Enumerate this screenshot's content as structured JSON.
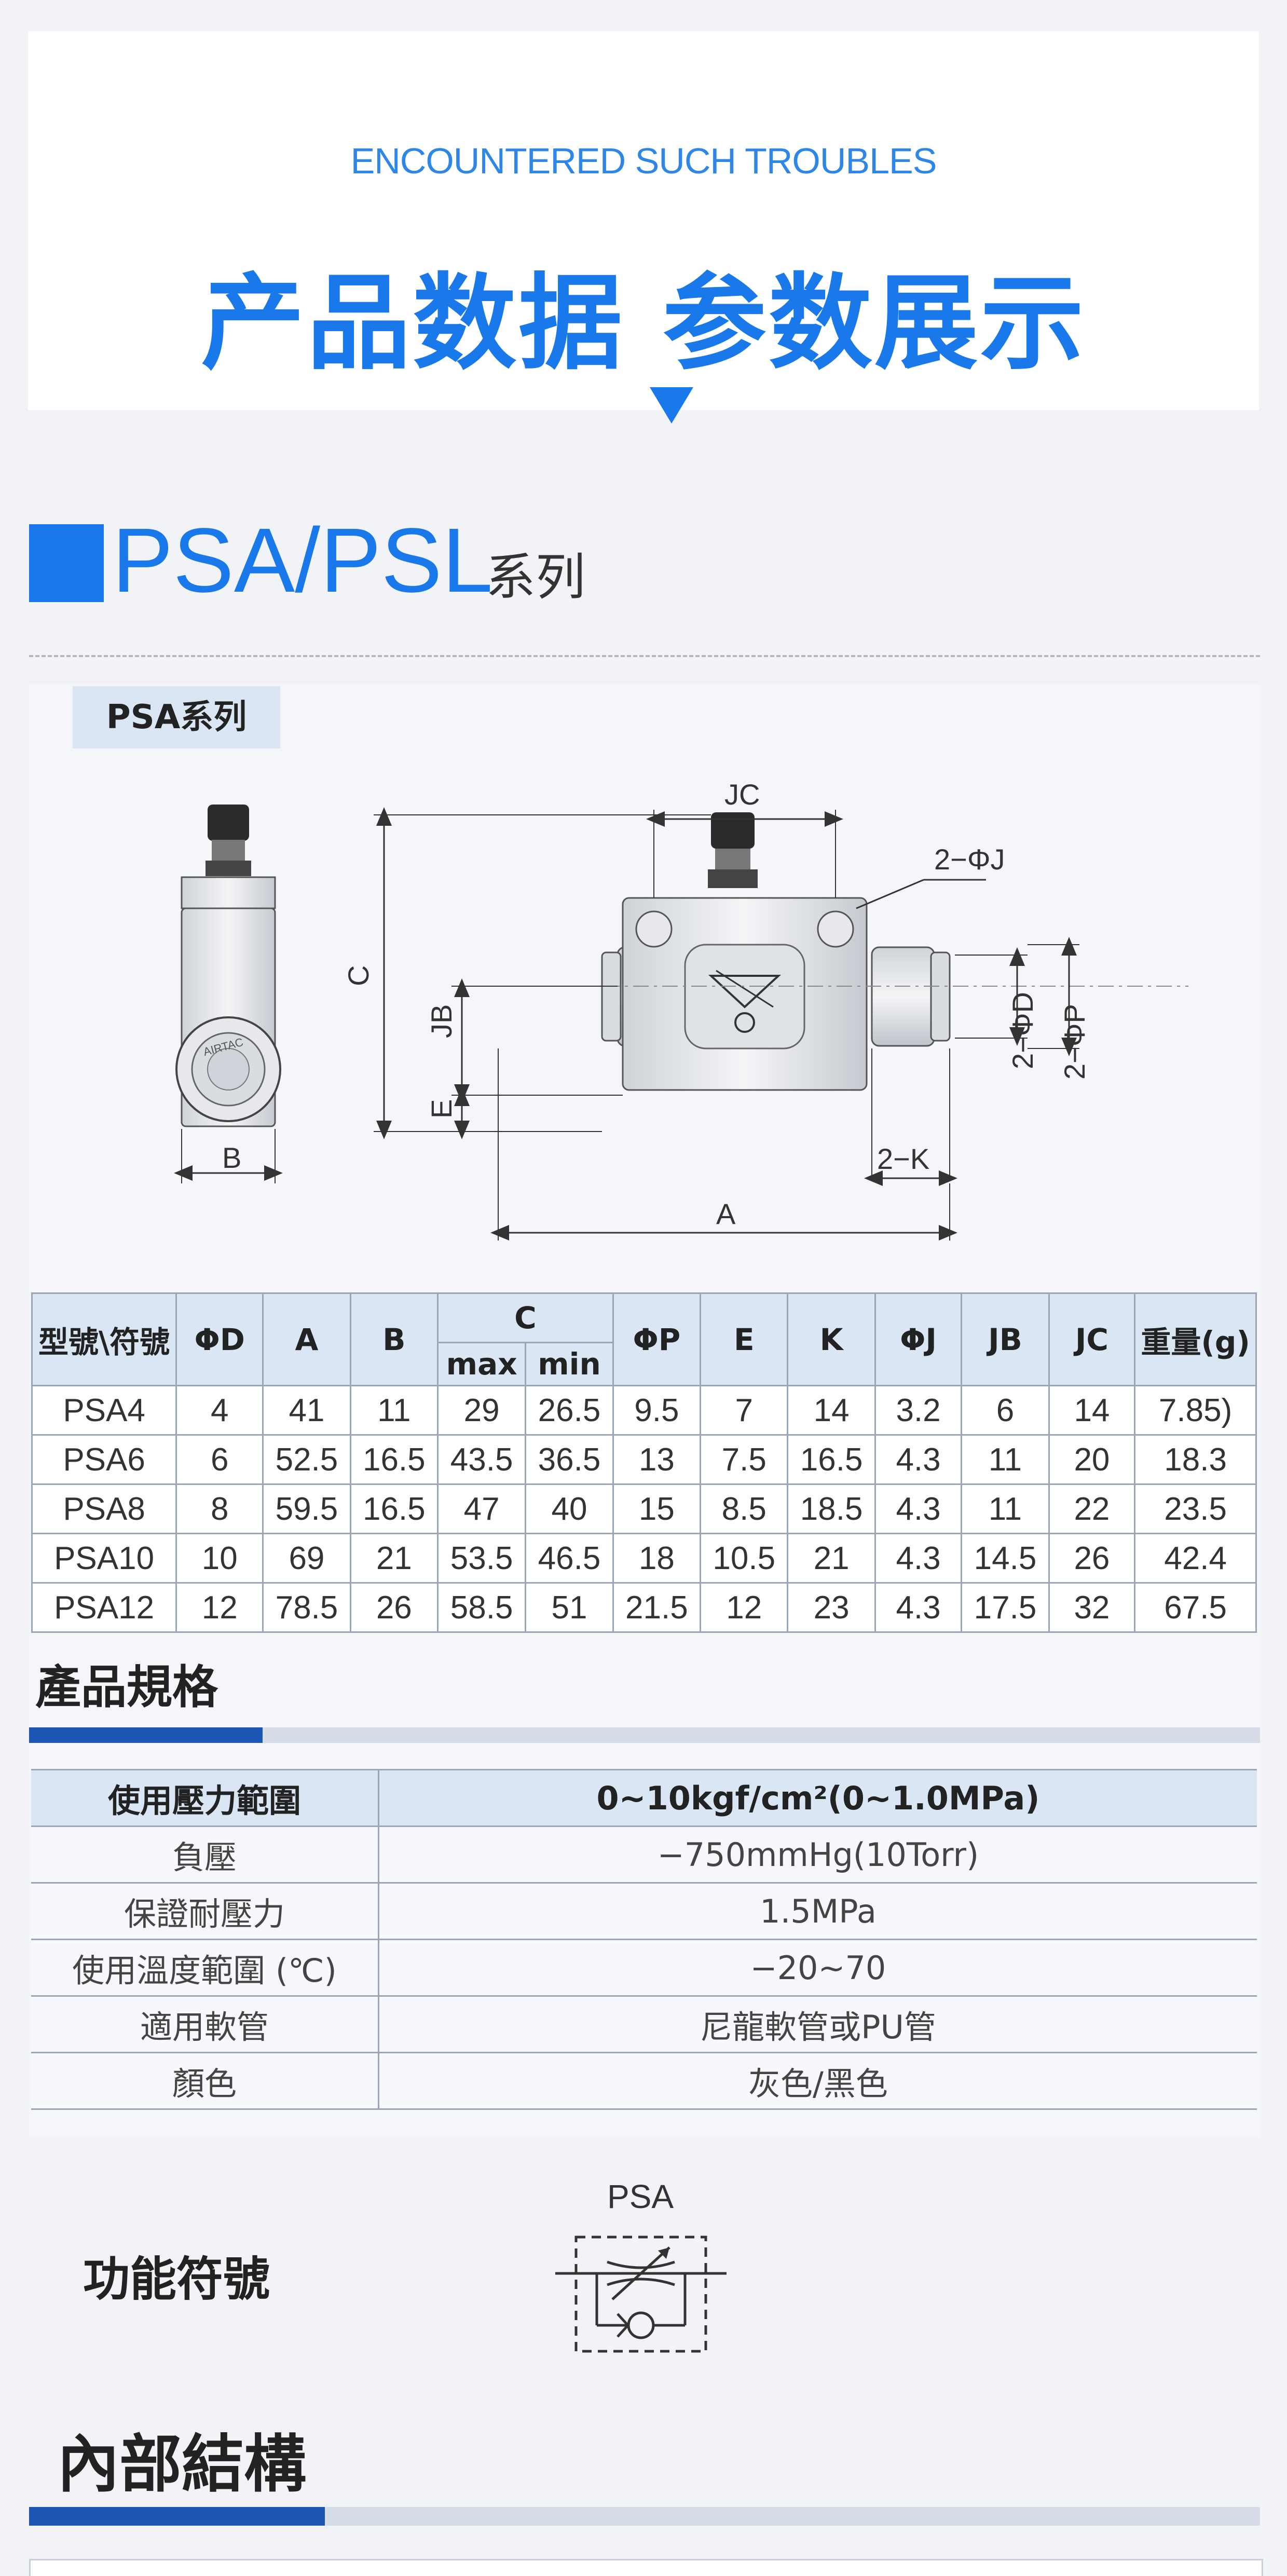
{
  "hero": {
    "subtitle": "ENCOUNTERED SUCH TROUBLES",
    "title": "产品数据 参数展示"
  },
  "series": {
    "name": "PSA/PSL",
    "suffix": "系列"
  },
  "drawing": {
    "label": "PSA系列",
    "dims": {
      "jc": "JC",
      "c": "C",
      "jb": "JB",
      "e": "E",
      "b": "B",
      "a": "A",
      "k": "2−K",
      "j": "2−ΦJ",
      "d": "2−ΦD",
      "p": "2−ΦP"
    },
    "brand_text": "AIRTAC"
  },
  "dim_table": {
    "headers": [
      "型號\\符號",
      "ΦD",
      "A",
      "B",
      "C",
      "ΦP",
      "E",
      "K",
      "ΦJ",
      "JB",
      "JC",
      "重量(g)"
    ],
    "c_sub": [
      "max",
      "min"
    ],
    "rows": [
      [
        "PSA4",
        "4",
        "41",
        "11",
        "29",
        "26.5",
        "9.5",
        "7",
        "14",
        "3.2",
        "6",
        "14",
        "7.85)"
      ],
      [
        "PSA6",
        "6",
        "52.5",
        "16.5",
        "43.5",
        "36.5",
        "13",
        "7.5",
        "16.5",
        "4.3",
        "11",
        "20",
        "18.3"
      ],
      [
        "PSA8",
        "8",
        "59.5",
        "16.5",
        "47",
        "40",
        "15",
        "8.5",
        "18.5",
        "4.3",
        "11",
        "22",
        "23.5"
      ],
      [
        "PSA10",
        "10",
        "69",
        "21",
        "53.5",
        "46.5",
        "18",
        "10.5",
        "21",
        "4.3",
        "14.5",
        "26",
        "42.4"
      ],
      [
        "PSA12",
        "12",
        "78.5",
        "26",
        "58.5",
        "51",
        "21.5",
        "12",
        "23",
        "4.3",
        "17.5",
        "32",
        "67.5"
      ]
    ]
  },
  "spec": {
    "title": "產品規格",
    "rows": [
      {
        "key": "使用壓力範圍",
        "value": "0~10kgf/cm²(0~1.0MPa)"
      },
      {
        "key": "負壓",
        "value": "−750mmHg(10Torr)"
      },
      {
        "key": "保證耐壓力",
        "value": "1.5MPa"
      },
      {
        "key": "使用溫度範圍 (℃)",
        "value": "−20~70"
      },
      {
        "key": "適用軟管",
        "value": "尼龍軟管或PU管"
      },
      {
        "key": "顏色",
        "value": "灰色/黑色"
      }
    ]
  },
  "function_symbol": {
    "label": "功能符號",
    "symbol_label": "PSA"
  },
  "internal": {
    "title": "內部結構"
  },
  "colors": {
    "brand_blue": "#1a79ea",
    "bar_blue": "#1d57b5",
    "header_bg": "#dbe6f5"
  }
}
